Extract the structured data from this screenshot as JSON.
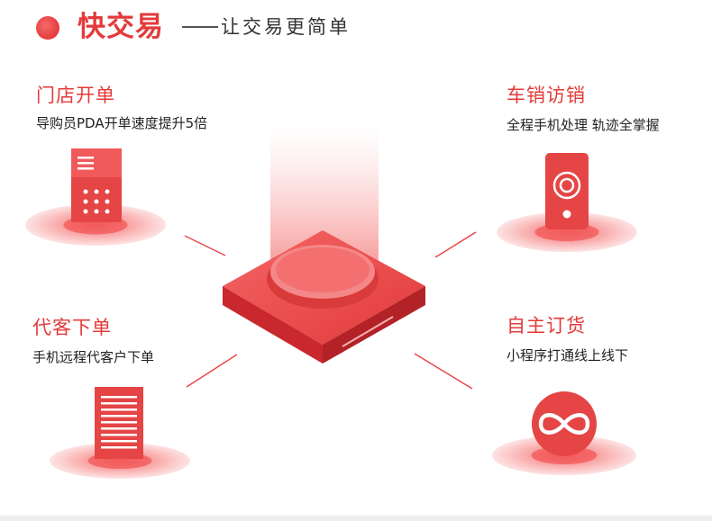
{
  "header": {
    "title": "快交易",
    "subtitle": "让交易更简单"
  },
  "features": [
    {
      "id": "store",
      "title": "门店开单",
      "desc": "导购员PDA开单速度提升5倍",
      "icon": "pda-icon"
    },
    {
      "id": "visit",
      "title": "车销访销",
      "desc": "全程手机处理 轨迹全掌握",
      "icon": "mobile-phone-icon"
    },
    {
      "id": "proxy",
      "title": "代客下单",
      "desc": "手机远程代客户下单",
      "icon": "document-icon"
    },
    {
      "id": "self",
      "title": "自主订货",
      "desc": "小程序打通线上线下",
      "icon": "infinity-icon"
    }
  ],
  "colors": {
    "brand": "#e43a3a",
    "accent_light": "#f7b5b5",
    "text": "#222222"
  }
}
